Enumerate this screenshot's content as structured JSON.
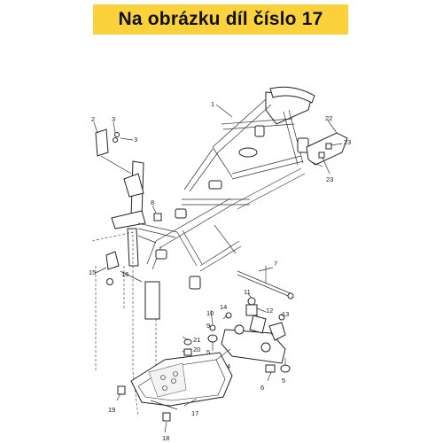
{
  "banner": {
    "text": "Na obrázku díl číslo 17",
    "color": "#fbd23c"
  },
  "callouts": [
    {
      "id": "1",
      "label": "1"
    },
    {
      "id": "2",
      "label": "2"
    },
    {
      "id": "3a",
      "label": "3"
    },
    {
      "id": "3b",
      "label": "3"
    },
    {
      "id": "4",
      "label": "4"
    },
    {
      "id": "5",
      "label": "5"
    },
    {
      "id": "5b",
      "label": "5"
    },
    {
      "id": "6",
      "label": "6"
    },
    {
      "id": "7",
      "label": "7"
    },
    {
      "id": "8",
      "label": "8"
    },
    {
      "id": "9",
      "label": "9"
    },
    {
      "id": "10",
      "label": "10"
    },
    {
      "id": "11",
      "label": "11"
    },
    {
      "id": "12",
      "label": "12"
    },
    {
      "id": "13",
      "label": "13"
    },
    {
      "id": "14",
      "label": "14"
    },
    {
      "id": "15",
      "label": "15"
    },
    {
      "id": "16",
      "label": "16"
    },
    {
      "id": "17",
      "label": "17"
    },
    {
      "id": "18",
      "label": "18"
    },
    {
      "id": "19",
      "label": "19"
    },
    {
      "id": "20",
      "label": "20"
    },
    {
      "id": "21",
      "label": "21"
    },
    {
      "id": "22",
      "label": "22"
    },
    {
      "id": "23a",
      "label": "23"
    },
    {
      "id": "23b",
      "label": "23"
    }
  ]
}
